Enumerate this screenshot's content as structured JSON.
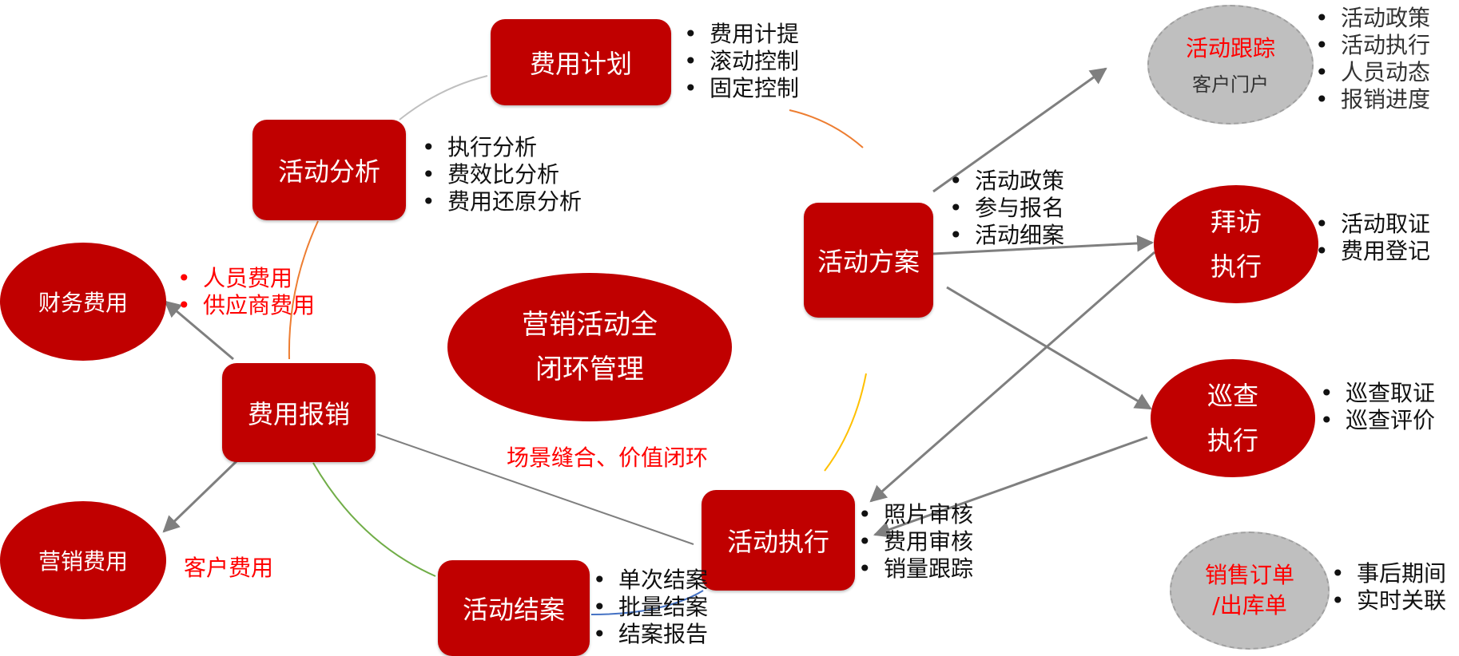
{
  "center": {
    "line1": "营销活动全",
    "line2": "闭环管理"
  },
  "tagline": "场景缝合、价值闭环",
  "nodes": {
    "plan": "费用计划",
    "analysis": "活动分析",
    "reimburse": "费用报销",
    "scheme": "活动方案",
    "execute": "活动执行",
    "settle": "活动结案"
  },
  "ellipses": {
    "finance_fee": "财务费用",
    "marketing_fee": "营销费用",
    "visit": {
      "line1": "拜访",
      "line2": "执行"
    },
    "patrol": {
      "line1": "巡查",
      "line2": "执行"
    },
    "tracking": {
      "title": "活动跟踪",
      "subtitle": "客户门户"
    },
    "sales_order": {
      "line1": "销售订单",
      "line2": "/出库单"
    }
  },
  "lists": {
    "plan": [
      "费用计提",
      "滚动控制",
      "固定控制"
    ],
    "analysis": [
      "执行分析",
      "费效比分析",
      "费用还原分析"
    ],
    "reimburse": [
      "人员费用",
      "供应商费用"
    ],
    "customer_fee": "客户费用",
    "scheme": [
      "活动政策",
      "参与报名",
      "活动细案"
    ],
    "tracking": [
      "活动政策",
      "活动执行",
      "人员动态",
      "报销进度"
    ],
    "visit": [
      "活动取证",
      "费用登记"
    ],
    "patrol": [
      "巡查取证",
      "巡查评价"
    ],
    "execute": [
      "照片审核",
      "费用审核",
      "销量跟踪"
    ],
    "settle": [
      "单次结案",
      "批量结案",
      "结案报告"
    ],
    "sales_order": [
      "事后期间",
      "实时关联"
    ]
  },
  "colors": {
    "node_red": "#c00000",
    "text_red": "#ff0000",
    "ellipse_gray": "#bfbfbf",
    "arrow_gray": "#7f7f7f",
    "arc_orange": "#ed7d31",
    "arc_yellow": "#ffc000",
    "arc_green": "#70ad47",
    "arc_blue": "#4472c4"
  }
}
